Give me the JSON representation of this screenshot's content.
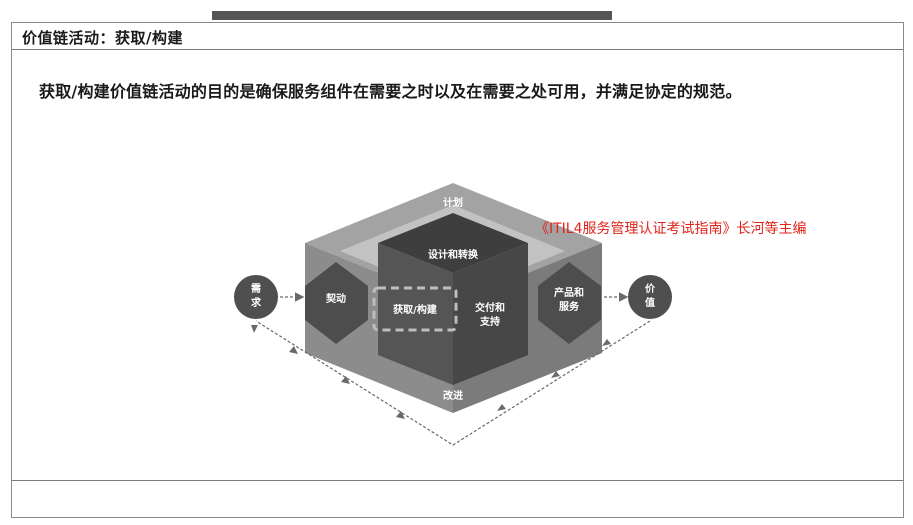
{
  "header": {
    "title": "价值链活动：获取/构建"
  },
  "statement": "获取/构建价值链活动的目的是确保服务组件在需要之时以及在需要之处可用，并满足协定的规范。",
  "diagram": {
    "plan": "计划",
    "design_transition": "设计和转换",
    "engage": "契动",
    "obtain_build": "获取/构建",
    "deliver_support": [
      "交付和",
      "支持"
    ],
    "improve": "改进",
    "demand": [
      "需",
      "求"
    ],
    "products_services": [
      "产品和",
      "服务"
    ],
    "value": [
      "价",
      "值"
    ]
  },
  "source_note": "《ITIL4服务管理认证考试指南》长河等主编",
  "colors": {
    "frame_gray": "#8a8a8a",
    "hex_dark": "#4d4d4d",
    "cube_front": "#444444",
    "cube_top": "#3a3a3a",
    "cube_left": "#555555",
    "accent_red": "#e0231b"
  }
}
